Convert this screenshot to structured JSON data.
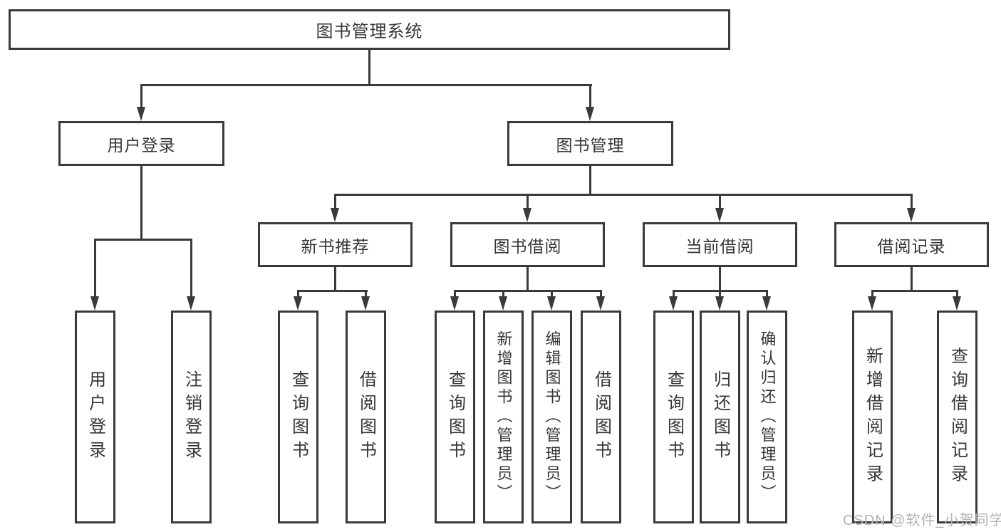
{
  "colors": {
    "line": "#3a3a3a",
    "text": "#363636",
    "background": "#ffffff",
    "watermark_text": "#b3b3b3"
  },
  "tree": {
    "root": "图书管理系统",
    "branches": [
      {
        "label": "用户登录",
        "children": [
          "用户登录",
          "注销登录"
        ]
      },
      {
        "label": "图书管理",
        "groups": [
          {
            "label": "新书推荐",
            "children": [
              "查询图书",
              "借阅图书"
            ]
          },
          {
            "label": "图书借阅",
            "children": [
              "查询图书",
              "新增图书（管理员）",
              "编辑图书（管理员）",
              "借阅图书"
            ]
          },
          {
            "label": "当前借阅",
            "children": [
              "查询图书",
              "归还图书",
              "确认归还（管理员）"
            ]
          },
          {
            "label": "借阅记录",
            "children": [
              "新增借阅记录",
              "查询借阅记录"
            ]
          }
        ]
      }
    ]
  },
  "watermark": {
    "text": "CSDN @软件_小贺同学"
  }
}
